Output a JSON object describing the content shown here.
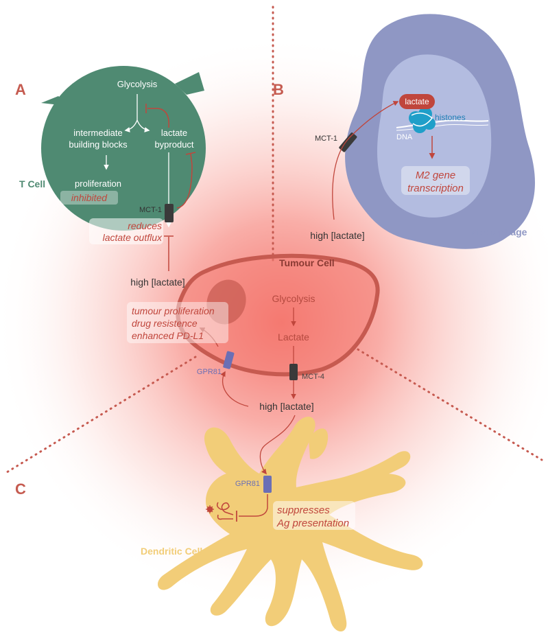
{
  "panels": {
    "a": "A",
    "b": "B",
    "c": "C"
  },
  "t_cell": {
    "name": "T Cell",
    "glycolysis": "Glycolysis",
    "intermediate_1": "intermediate",
    "intermediate_2": "building blocks",
    "lactate_1": "lactate",
    "lactate_2": "byproduct",
    "proliferation": "proliferation",
    "inhibited": "inhibited",
    "transporter": "MCT-1",
    "effect_1": "reduces",
    "effect_2": "lactate outflux",
    "input": "high [lactate]"
  },
  "macrophage": {
    "name": "Macrophage",
    "lactate_badge": "lactate",
    "histones": "histones",
    "dna": "DNA",
    "effect_1": "M2 gene",
    "effect_2": "transcription",
    "transporter": "MCT-1",
    "input": "high [lactate]"
  },
  "tumour": {
    "name": "Tumour Cell",
    "glycolysis": "Glycolysis",
    "lactate": "Lactate",
    "receptor": "GPR81",
    "transporter": "MCT-4",
    "output": "high [lactate]",
    "effects": [
      "tumour proliferation",
      "drug resistence",
      "enhanced PD-L1"
    ]
  },
  "dendritic": {
    "name": "Dendritic Cell",
    "receptor": "GPR81",
    "effect_1": "suppresses",
    "effect_2": "Ag presentation"
  },
  "colors": {
    "t_cell": "#4f8a72",
    "macrophage_outer": "#8f97c4",
    "macrophage_inner": "#b3bce0",
    "tumour": "#c65a50",
    "dendritic": "#f2cd78",
    "accent_red": "#c0463c",
    "transporter": "#3a3a3a",
    "receptor": "#6b6fb5"
  }
}
